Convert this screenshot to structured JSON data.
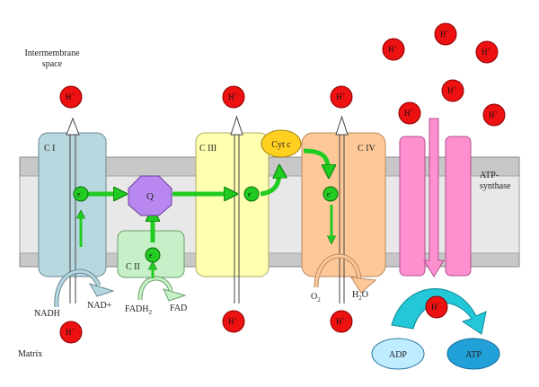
{
  "regions": {
    "intermembrane": "Intermembrane space",
    "matrix": "Matrix"
  },
  "complexes": {
    "c1": "C I",
    "c2": "C II",
    "c3": "C III",
    "c4": "C IV",
    "atp_synthase": "ATP-synthase"
  },
  "carriers": {
    "q": "Q",
    "cyt_c": "Cyt c",
    "electron": "e",
    "electron_sup": "−"
  },
  "substrates": {
    "nadh": "NADH",
    "nad": "NAD+",
    "fadh2": "FADH",
    "fadh2_sub": "2",
    "fad": "FAD",
    "o2": "O",
    "o2_sub": "2",
    "h2o_a": "H",
    "h2o_sub": "2",
    "h2o_b": "O",
    "adp": "ADP",
    "atp": "ATP"
  },
  "proton": {
    "symbol": "H",
    "charge": "+"
  },
  "colors": {
    "membrane": "#c8c8c8",
    "membrane_inner": "#e6e6e6",
    "c1": "#b8d8e0",
    "c2": "#c8f0c8",
    "c3": "#ffffb0",
    "c4": "#ffc898",
    "atp_synthase": "#ff90d0",
    "q": "#b888f0",
    "cyt_c": "#ffd020",
    "electron": "#22cc22",
    "proton": "#ee1111",
    "adp": "#c0ecff",
    "atp": "#22a0d8"
  }
}
